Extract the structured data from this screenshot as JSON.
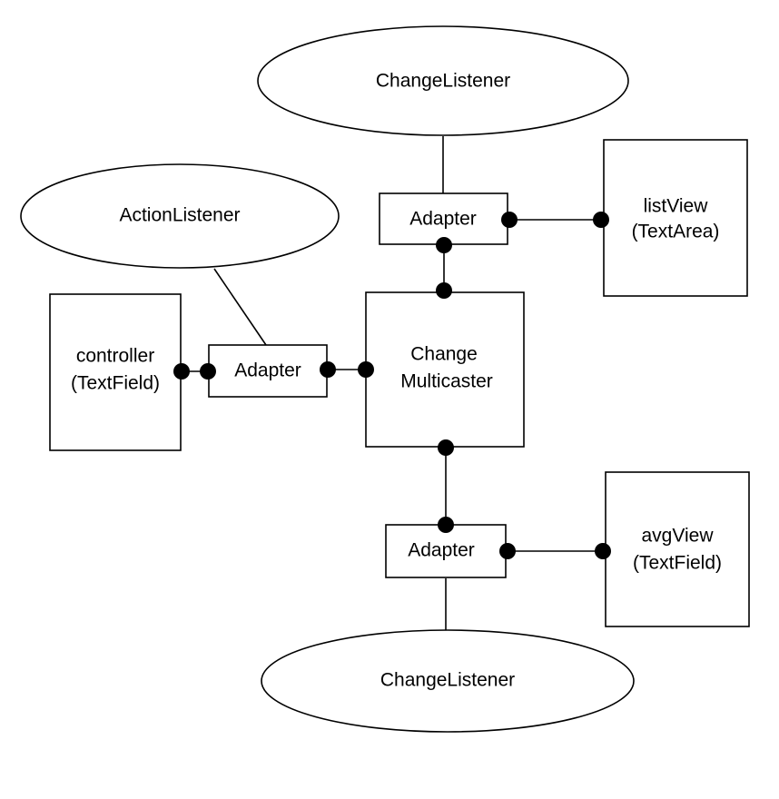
{
  "diagram": {
    "listeners": {
      "top": "ChangeListener",
      "left": "ActionListener",
      "bottom": "ChangeListener"
    },
    "adapters": {
      "top": "Adapter",
      "left": "Adapter",
      "bottom": "Adapter"
    },
    "components": {
      "multicaster": [
        "Change",
        "Multicaster"
      ],
      "controller": [
        "controller",
        "(TextField)"
      ],
      "list_view": [
        "listView",
        "(TextArea)"
      ],
      "avg_view": [
        "avgView",
        "(TextField)"
      ]
    }
  }
}
